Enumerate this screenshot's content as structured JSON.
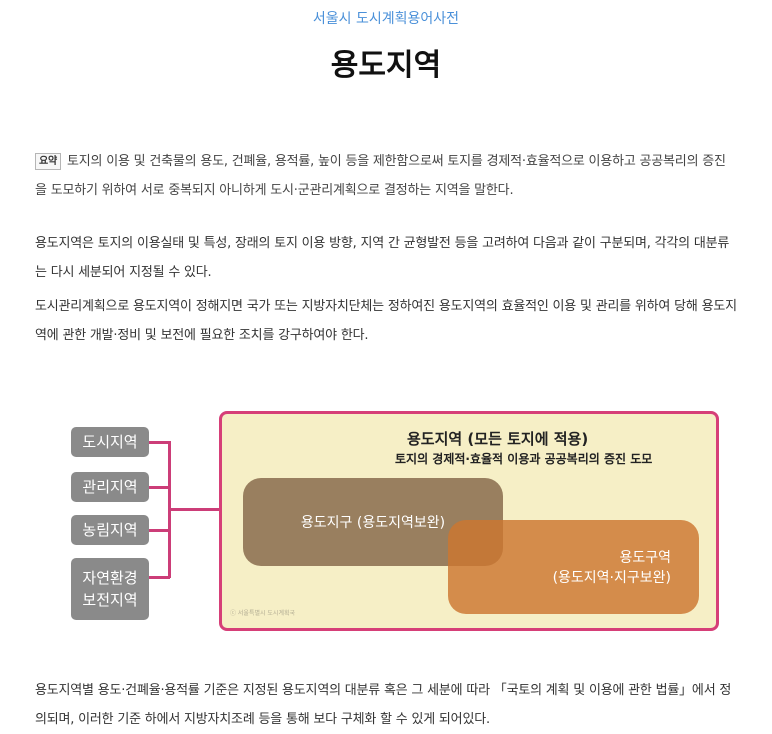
{
  "header": {
    "source": "서울시 도시계획용어사전",
    "title": "용도지역"
  },
  "summary": {
    "badge": "요약",
    "text": "토지의 이용 및 건축물의 용도, 건폐율, 용적률, 높이 등을 제한함으로써 토지를 경제적·효율적으로 이용하고 공공복리의 증진을 도모하기 위하여 서로 중복되지 아니하게 도시·군관리계획으로 결정하는 지역을 말한다."
  },
  "body": {
    "paragraph1": "용도지역은 토지의 이용실태 및 특성, 장래의 토지 이용 방향, 지역 간 균형발전 등을 고려하여 다음과 같이 구분되며, 각각의 대분류는 다시 세분되어 지정될 수 있다.",
    "paragraph2": "도시관리계획으로 용도지역이 정해지면 국가 또는 지방자치단체는 정하여진 용도지역의 효율적인 이용 및 관리를 위하여 당해 용도지역에 관한 개발·정비 및 보전에 필요한 조치를 강구하여야 한다.",
    "paragraph3": "용도지역별 용도·건폐율·용적률 기준은 지정된 용도지역의 대분류 혹은 그 세분에 따라 「국토의 계획 및 이용에 관한 법률」에서 정의되며, 이러한 기준 하에서 지방자치조례 등을 통해 보다 구체화 할 수 있게 되어있다."
  },
  "diagram": {
    "categories": {
      "urban": "도시지역",
      "management": "관리지역",
      "agricultural": "농림지역",
      "nature_line1": "자연환경",
      "nature_line2": "보전지역"
    },
    "main_title": "용도지역 (모든 토지에 적용)",
    "main_subtitle": "토지의 경제적·효율적 이용과 공공복리의 증진 도모",
    "district": "용도지구 (용도지역보완)",
    "zone_line1": "용도구역",
    "zone_line2": "(용도지역·지구보완)",
    "watermark": "ⓒ 서울특별시 도시계획국",
    "colors": {
      "frame": "#d63f78",
      "background": "#f6efc6",
      "category": "#8a8a8a",
      "district": "#7a5a3c",
      "zone": "#cc7630"
    }
  }
}
